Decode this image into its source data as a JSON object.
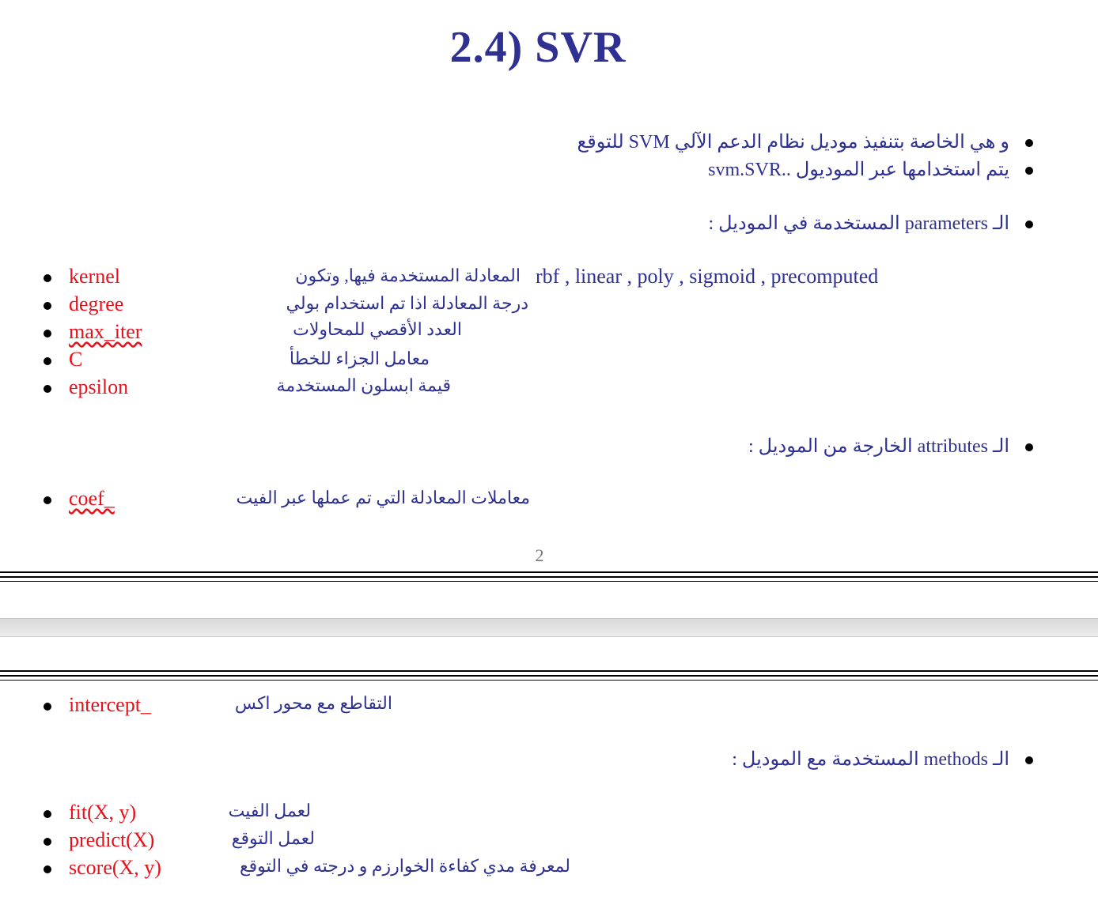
{
  "title": "2.4) SVR",
  "intro_lines": [
    "و هي الخاصة بتنفيذ موديل نظام الدعم الآلي SVM للتوقع",
    "يتم استخدامها عبر الموديول ..svm.SVR"
  ],
  "sections": {
    "parameters_header": "الـ  parameters المستخدمة في الموديل :",
    "attributes_header": "الـ  attributes الخارجة من الموديل :",
    "methods_header": "الـ  methods المستخدمة مع الموديل :"
  },
  "parameters": [
    {
      "name": "kernel",
      "desc": "المعادلة المستخدمة فيها, وتكون",
      "extra": "rbf , linear , poly , sigmoid , precomputed"
    },
    {
      "name": "degree",
      "desc": "درجة المعادلة اذا تم استخدام بولي"
    },
    {
      "name": "max_iter",
      "desc": "العدد الأقصي للمحاولات"
    },
    {
      "name": "C",
      "desc": "معامل الجزاء للخطأ"
    },
    {
      "name": "epsilon",
      "desc": "قيمة ابسلون المستخدمة"
    }
  ],
  "attributes": [
    {
      "name": "coef_",
      "desc": "معاملات المعادلة التي تم عملها عبر الفيت"
    },
    {
      "name": "intercept_",
      "desc": "التقاطع مع محور اكس"
    }
  ],
  "methods": [
    {
      "name": "fit(X, y)",
      "desc": "لعمل الفيت"
    },
    {
      "name": "predict(X)",
      "desc": "لعمل التوقع"
    },
    {
      "name": "score(X, y)",
      "desc": "لمعرفة مدي كفاءة الخوارزم و درجته في التوقع"
    }
  ],
  "page_number": "2",
  "colors": {
    "title": "#2e3192",
    "term": "#e8111b",
    "text": "#2e3192"
  }
}
